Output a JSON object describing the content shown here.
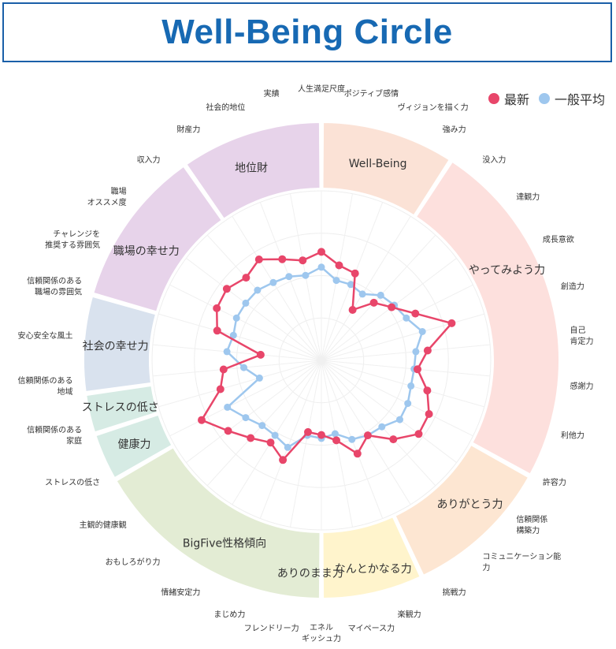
{
  "title": "Well-Being Circle",
  "chart_data": {
    "type": "radar",
    "title": "Well-Being Circle",
    "legend_position": "top-right",
    "series_colors": {
      "latest": "#e8466a",
      "average": "#9ec7ee"
    },
    "legend": [
      {
        "name": "最新",
        "color": "#e8466a"
      },
      {
        "name": "一般平均",
        "color": "#9ec7ee"
      }
    ],
    "categories": [
      {
        "name": "Well-Being",
        "color": "#fbe2d6",
        "span": [
          0,
          3
        ]
      },
      {
        "name": "やってみよう力",
        "color": "#fde0dd",
        "span": [
          3,
          11
        ]
      },
      {
        "name": "ありがとう力",
        "color": "#fde6d2",
        "span": [
          11,
          16
        ]
      },
      {
        "name": "なんとかなる力",
        "color": "#fff4cc",
        "span": [
          16,
          19
        ]
      },
      {
        "name": "ありのまま力",
        "color": "#fff4cc",
        "span": [
          16,
          19
        ]
      },
      {
        "name": "BigFive性格傾向",
        "color": "#e3ecd4",
        "span": [
          19,
          24
        ]
      },
      {
        "name": "健康力",
        "color": "#d6ebe4",
        "span": [
          24,
          25
        ]
      },
      {
        "name": "ストレスの低さ",
        "color": "#d6ebe4",
        "span": [
          25,
          26
        ]
      },
      {
        "name": "社会の幸せ力",
        "color": "#d9e2ee",
        "span": [
          26,
          29
        ]
      },
      {
        "name": "職場の幸せ力",
        "color": "#e7d3ea",
        "span": [
          29,
          34
        ]
      },
      {
        "name": "地位財",
        "color": "#e7d3ea",
        "span": [
          34,
          38
        ]
      }
    ],
    "axes": [
      "人生満足尺度",
      "ポジティブ感情",
      "ヴィジョンを描く力",
      "強み力",
      "没入力",
      "達観力",
      "成長意欲",
      "創造力",
      "自己\n肯定力",
      "感謝力",
      "利他力",
      "許容力",
      "信頼関係\n構築力",
      "コミュニケーション能\n力",
      "挑戦力",
      "楽観力",
      "マイペース力",
      "エネル\nギッシュ力",
      "フレンドリー力",
      "まじめ力",
      "情緒安定力",
      "おもしろがり力",
      "主観的健康観",
      "ストレスの低さ",
      "信頼関係のある\n家庭",
      "信頼関係のある\n地域",
      "安心安全な風土",
      "信頼関係のある\n職場の雰囲気",
      "チャレンジを\n推奨する雰囲気",
      "職場\nオススメ度",
      "収入力",
      "財産力",
      "社会的地位",
      "実績"
    ],
    "series": [
      {
        "name": "最新",
        "values": [
          0.64,
          0.57,
          0.55,
          0.35,
          0.46,
          0.52,
          0.62,
          0.8,
          0.63,
          0.57,
          0.65,
          0.71,
          0.72,
          0.63,
          0.52,
          0.59,
          0.48,
          0.44,
          0.43,
          0.63,
          0.57,
          0.62,
          0.69,
          0.79,
          0.62,
          0.58,
          0.36,
          0.64,
          0.69,
          0.7,
          0.66,
          0.7,
          0.64,
          0.6
        ]
      },
      {
        "name": "一般平均",
        "values": [
          0.55,
          0.48,
          0.48,
          0.46,
          0.52,
          0.54,
          0.56,
          0.62,
          0.56,
          0.55,
          0.55,
          0.57,
          0.58,
          0.53,
          0.52,
          0.5,
          0.44,
          0.46,
          0.45,
          0.55,
          0.52,
          0.52,
          0.56,
          0.62,
          0.38,
          0.46,
          0.56,
          0.54,
          0.56,
          0.56,
          0.56,
          0.54,
          0.53,
          0.51
        ]
      }
    ],
    "rlim": [
      0,
      1
    ],
    "grid": true
  }
}
